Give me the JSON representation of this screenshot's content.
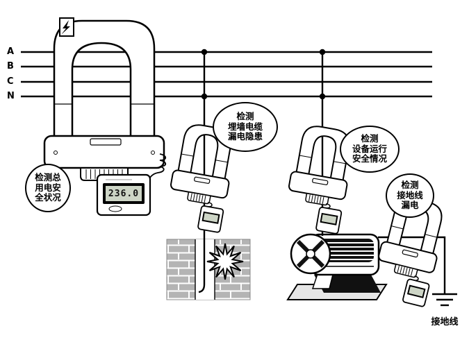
{
  "diagram": {
    "phase_labels": [
      "A",
      "B",
      "C",
      "N"
    ],
    "callouts": [
      {
        "lines": [
          "检测总",
          "用电安",
          "全状况"
        ]
      },
      {
        "lines": [
          "检测",
          "埋墙电缆",
          "漏电隐患"
        ]
      },
      {
        "lines": [
          "检测",
          "设备运行",
          "安全情况"
        ]
      },
      {
        "lines": [
          "检测",
          "接地线",
          "漏电"
        ]
      }
    ],
    "main_clamp_display": "236.0",
    "ground_label": "接地线",
    "colors": {
      "ink": "#000000",
      "brick": "#b4b4b4",
      "lcd_screen": "#cdd5c6",
      "base_plate": "#e6e6e6"
    }
  }
}
